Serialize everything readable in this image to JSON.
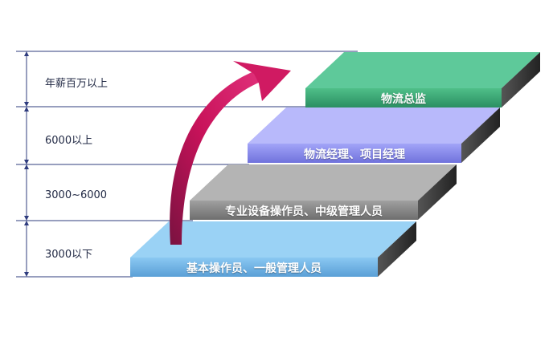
{
  "levels": [
    {
      "salary": "3000以下",
      "title": "基本操作员、一般管理人员",
      "color": "#78b8e6"
    },
    {
      "salary": "3000~6000",
      "title": "专业设备操作员、中级管理人员",
      "color": "#8c8c8c"
    },
    {
      "salary": "6000以上",
      "title": "物流经理、项目经理",
      "color": "#8d8ff0"
    },
    {
      "salary": "年薪百万以上",
      "title": "物流总监",
      "color": "#3daa78"
    }
  ],
  "arrow_color": "#c8125a",
  "line_color": "#2f3c7e"
}
